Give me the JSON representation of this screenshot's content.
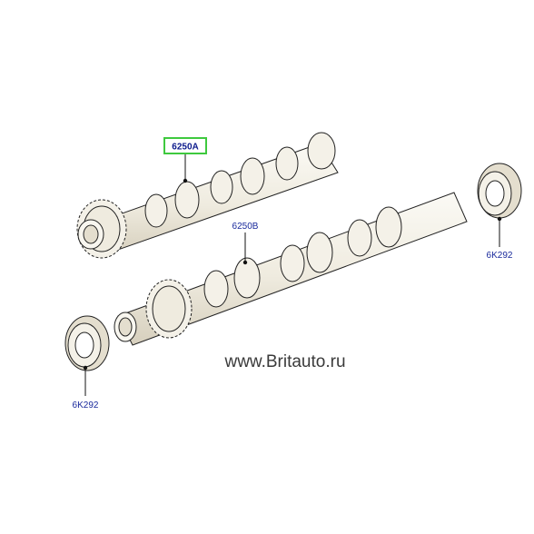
{
  "callouts": {
    "camshaft_upper": "6250A",
    "camshaft_lower": "6250B",
    "seal_right": "6K292",
    "seal_left": "6K292"
  },
  "watermark": "www.Britauto.ru",
  "colors": {
    "part_fill": "#f4f1e8",
    "part_shade": "#d9d3c2",
    "outline": "#222222",
    "callout_text": "#1a2a9c",
    "highlight_box": "#3ec93e"
  }
}
